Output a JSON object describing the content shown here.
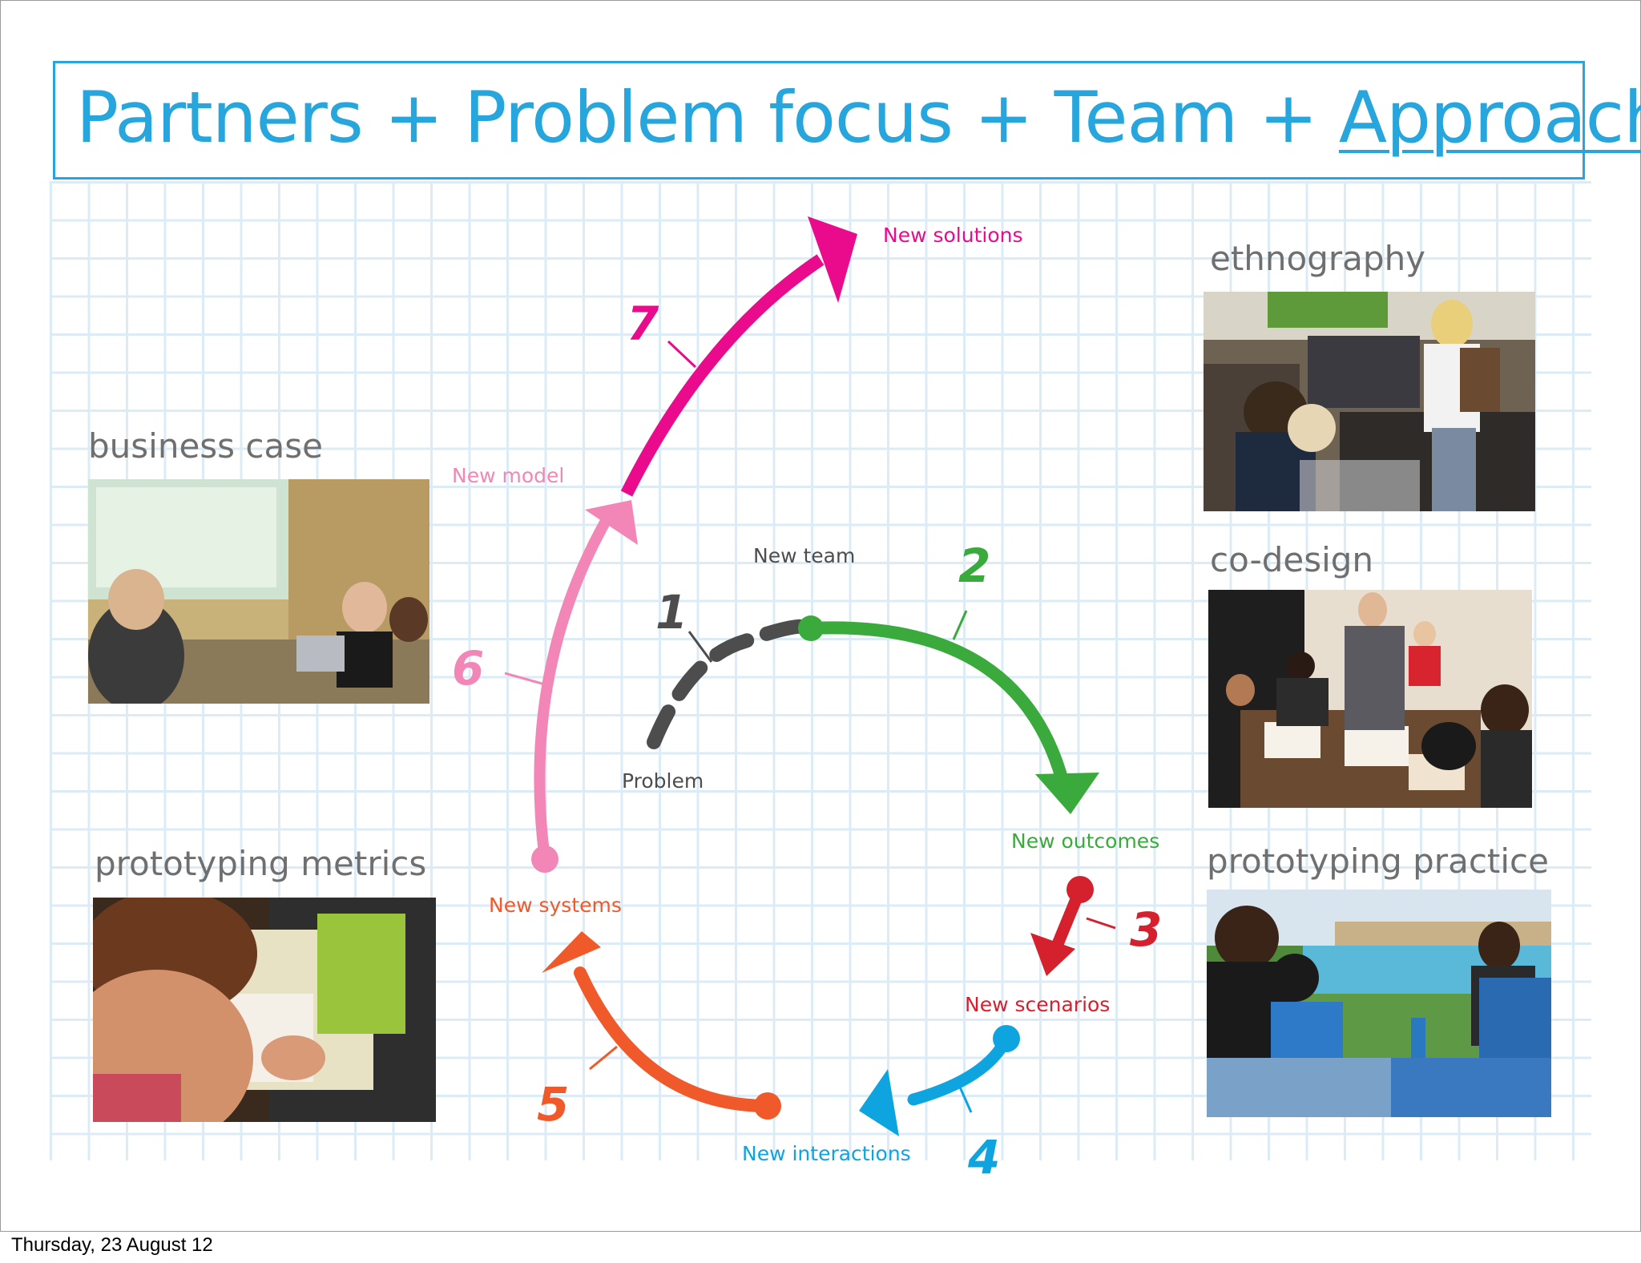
{
  "title": {
    "main": "Partners + Problem focus + Team  + ",
    "tail": "Approach"
  },
  "methods": {
    "business_case": "business case",
    "prototyping_metrics": "prototyping metrics",
    "ethnography": "ethnography",
    "co_design": "co-design",
    "prototyping_practice": "prototyping practice"
  },
  "cycle": {
    "problem": "Problem",
    "new_team": "New team",
    "new_outcomes": "New outcomes",
    "new_scenarios": "New scenarios",
    "new_interactions": "New interactions",
    "new_systems": "New systems",
    "new_model": "New model",
    "new_solutions": "New solutions",
    "step_numbers": [
      "1",
      "2",
      "3",
      "4",
      "5",
      "6",
      "7"
    ]
  },
  "colors": {
    "title": "#27a5dd",
    "step1": "#4d4d4d",
    "step2": "#3aaa3c",
    "step3": "#d5202d",
    "step4": "#0ea4e0",
    "step5": "#f0592a",
    "step6": "#f286b6",
    "step7": "#ea0a8c"
  },
  "footer": {
    "date": "Thursday, 23 August 12"
  }
}
